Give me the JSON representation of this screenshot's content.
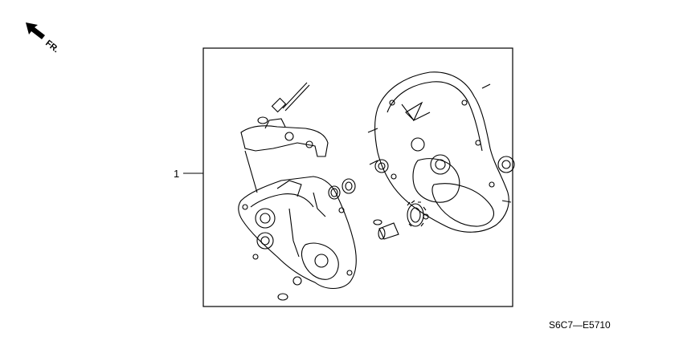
{
  "orientation": {
    "label": "FR.",
    "icon": "arrow-up-left-icon"
  },
  "callout": {
    "number": "1"
  },
  "diagram_code": "S6C7—E5710",
  "colors": {
    "line": "#000000",
    "background": "#ffffff"
  }
}
